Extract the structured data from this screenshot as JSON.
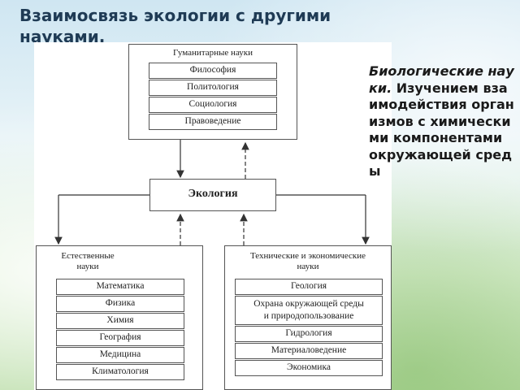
{
  "slide": {
    "title": "Взаимосвязь экологии с другими науками."
  },
  "diagram": {
    "humanitarian": {
      "title": "Гуманитарные науки",
      "items": [
        "Философия",
        "Политология",
        "Социология",
        "Правоведение"
      ]
    },
    "center": {
      "label": "Экология"
    },
    "natural": {
      "title_line1": "Естественные",
      "title_line2": "науки",
      "items": [
        "Математика",
        "Физика",
        "Химия",
        "География",
        "Медицина",
        "Климатология"
      ]
    },
    "technical": {
      "title_line1": "Технические и экономические",
      "title_line2": "науки",
      "items": [
        "Геология",
        "Охрана окружающей среды",
        "и природопользование",
        "Гидрология",
        "Материаловедение",
        "Экономика"
      ]
    }
  },
  "side_note": {
    "term": "Биологические науки.",
    "text": "Изучением взаимодействия организмов с химическими компонентами окружающей среды"
  }
}
